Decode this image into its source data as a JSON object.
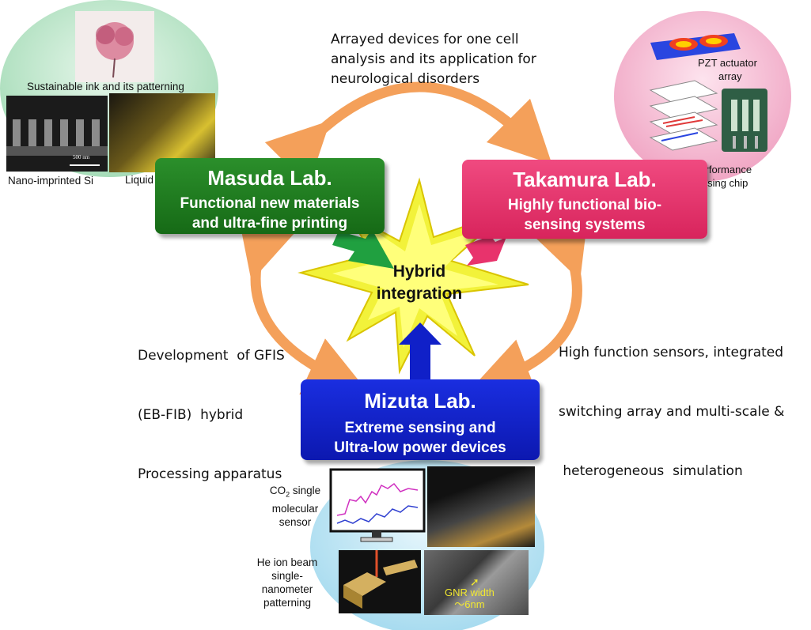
{
  "labs": {
    "masuda": {
      "title": "Masuda Lab.",
      "line1": "Functional new materials",
      "line2": "and ultra-fine printing"
    },
    "takamura": {
      "title": "Takamura Lab.",
      "line1": "Highly functional bio-",
      "line2": "sensing systems"
    },
    "mizuta": {
      "title": "Mizuta Lab.",
      "line1": "Extreme sensing and",
      "line2": "Ultra-low  power devices"
    }
  },
  "center": {
    "line1": "Hybrid",
    "line2": "integration"
  },
  "links": {
    "top": [
      "Arrayed devices for one cell",
      "analysis and its application for",
      "neurological disorders"
    ],
    "left": [
      "Development  of GFIS",
      "(EB-FIB)  hybrid",
      "Processing apparatus"
    ],
    "right": [
      "High function sensors, integrated",
      "switching array and multi-scale &",
      " heterogeneous  simulation"
    ]
  },
  "captions": {
    "ink": "Sustainable ink and its patterning",
    "nano_si": "Nano-imprinted Si",
    "liquid_si": "Liquid silicon",
    "scale_bar": "500 nm",
    "pzt1": "PZT actuator",
    "pzt2": "array",
    "chip1": "High-performance",
    "chip2": "Bio-sensing chip",
    "co2_a": "CO",
    "co2_sub": "2",
    "co2_b": " single",
    "co2_2": "molecular",
    "co2_3": "sensor",
    "he1": "He ion beam",
    "he2": "single-",
    "he3": "nanometer",
    "he4": "patterning",
    "gnr1": "GNR width",
    "gnr2": "～6nm"
  },
  "colors": {
    "masuda": "#1e7a1e",
    "takamura": "#e8336c",
    "mizuta": "#1020c8",
    "arrow": "#f4a05a"
  }
}
